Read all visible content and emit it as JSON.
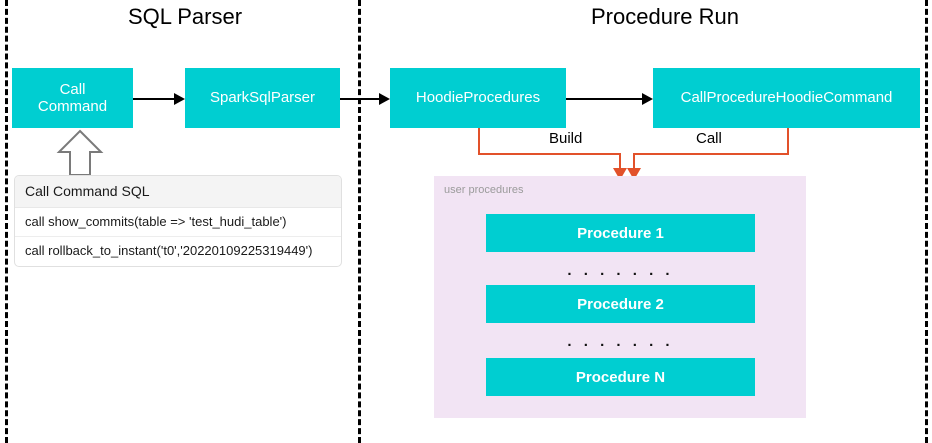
{
  "diagram": {
    "type": "flow-diagram",
    "background": "#FFFFFF",
    "colors": {
      "node_fill": "#00CED1",
      "node_text": "#FFFFFF",
      "panel_fill": "#F2E4F4",
      "connector_orange": "#E2512A",
      "connector_black": "#000000",
      "divider": "#000000"
    },
    "sections": [
      {
        "id": "sql-parser",
        "title": "SQL Parser"
      },
      {
        "id": "procedure-run",
        "title": "Procedure Run"
      }
    ],
    "nodes": {
      "call_command": "Call\nCommand",
      "call_command_line1": "Call",
      "call_command_line2": "Command",
      "spark_sql_parser": "SparkSqlParser",
      "hoodie_procedures": "HoodieProcedures",
      "call_procedure_hoodie_command": "CallProcedureHoodieCommand"
    },
    "connectors": [
      {
        "from": "call_command",
        "to": "spark_sql_parser",
        "label": "",
        "style": "solid-black-arrow"
      },
      {
        "from": "spark_sql_parser",
        "to": "hoodie_procedures",
        "label": "",
        "style": "solid-black-arrow"
      },
      {
        "from": "hoodie_procedures",
        "to": "call_procedure_hoodie_command",
        "label": "",
        "style": "solid-black-arrow"
      },
      {
        "from": "hoodie_procedures",
        "to": "user_procedures",
        "label": "Build",
        "style": "orange-elbow-arrow"
      },
      {
        "from": "call_procedure_hoodie_command",
        "to": "user_procedures",
        "label": "Call",
        "style": "orange-elbow-arrow"
      }
    ],
    "connector_labels": {
      "build": "Build",
      "call": "Call"
    },
    "sql_table": {
      "header": "Call Command SQL",
      "rows": [
        "call show_commits(table => 'test_hudi_table')",
        "call rollback_to_instant('t0','20220109225319449')"
      ]
    },
    "user_procedures_panel": {
      "label": "user procedures",
      "items": [
        {
          "label": "Procedure 1"
        },
        {
          "label": "Procedure 2"
        },
        {
          "label": "Procedure N"
        }
      ],
      "separators": [
        ". . . . . . .",
        ". . . . . . ."
      ]
    }
  }
}
